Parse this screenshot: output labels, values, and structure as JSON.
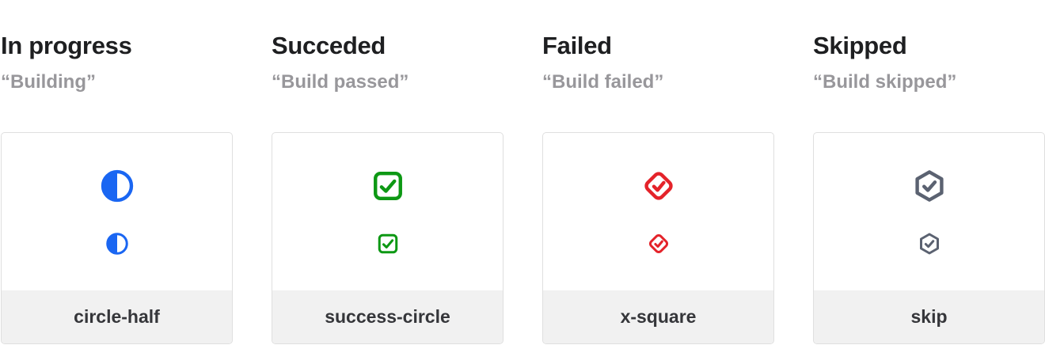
{
  "page": {
    "background": "#ffffff",
    "card_border": "#dfdfdf",
    "footer_background": "#f1f1f1",
    "title_color": "#1e1f21",
    "subtitle_color": "#98979b"
  },
  "columns": [
    {
      "id": "in-progress",
      "title": "In progress",
      "subtitle": "“Building”",
      "icon": "circle-half-icon",
      "icon_label": "circle-half",
      "color": "#1a66f2"
    },
    {
      "id": "succeeded",
      "title": "Succeded",
      "subtitle": "“Build passed”",
      "icon": "check-square-icon",
      "icon_label": "success-circle",
      "color": "#0d9814"
    },
    {
      "id": "failed",
      "title": "Failed",
      "subtitle": "“Build failed”",
      "icon": "check-diamond-icon",
      "icon_label": "x-square",
      "color": "#e4232a"
    },
    {
      "id": "skipped",
      "title": "Skipped",
      "subtitle": "“Build skipped”",
      "icon": "check-hexagon-icon",
      "icon_label": "skip",
      "color": "#5b6271"
    }
  ]
}
